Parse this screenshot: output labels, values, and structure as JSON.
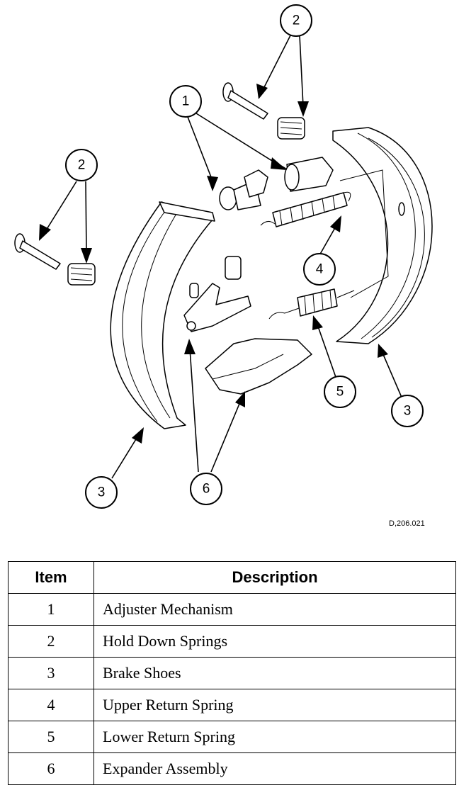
{
  "figure_code": "D,206.021",
  "callouts": [
    "1",
    "2",
    "3",
    "4",
    "5",
    "6"
  ],
  "table": {
    "headers": {
      "item": "Item",
      "description": "Description"
    },
    "rows": [
      {
        "item": "1",
        "description": "Adjuster Mechanism"
      },
      {
        "item": "2",
        "description": "Hold Down Springs"
      },
      {
        "item": "3",
        "description": "Brake Shoes"
      },
      {
        "item": "4",
        "description": "Upper Return Spring"
      },
      {
        "item": "5",
        "description": "Lower Return Spring"
      },
      {
        "item": "6",
        "description": "Expander Assembly"
      }
    ]
  }
}
